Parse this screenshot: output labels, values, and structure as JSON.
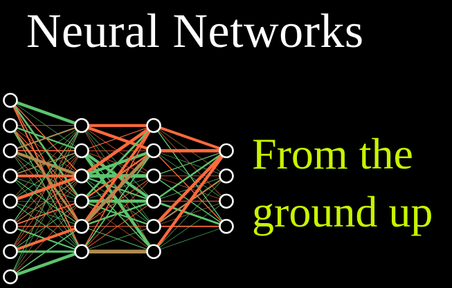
{
  "title": "Neural Networks",
  "subtitle": {
    "line1": "From the",
    "line2": "ground up"
  },
  "colors": {
    "background": "#000000",
    "title": "#ffffff",
    "subtitle": "#c8f500",
    "positive_weight": "#5cc46e",
    "negative_weight": "#ff6a3d",
    "node": "#ffffff"
  },
  "network": {
    "layers": [
      8,
      6,
      6,
      4
    ]
  }
}
